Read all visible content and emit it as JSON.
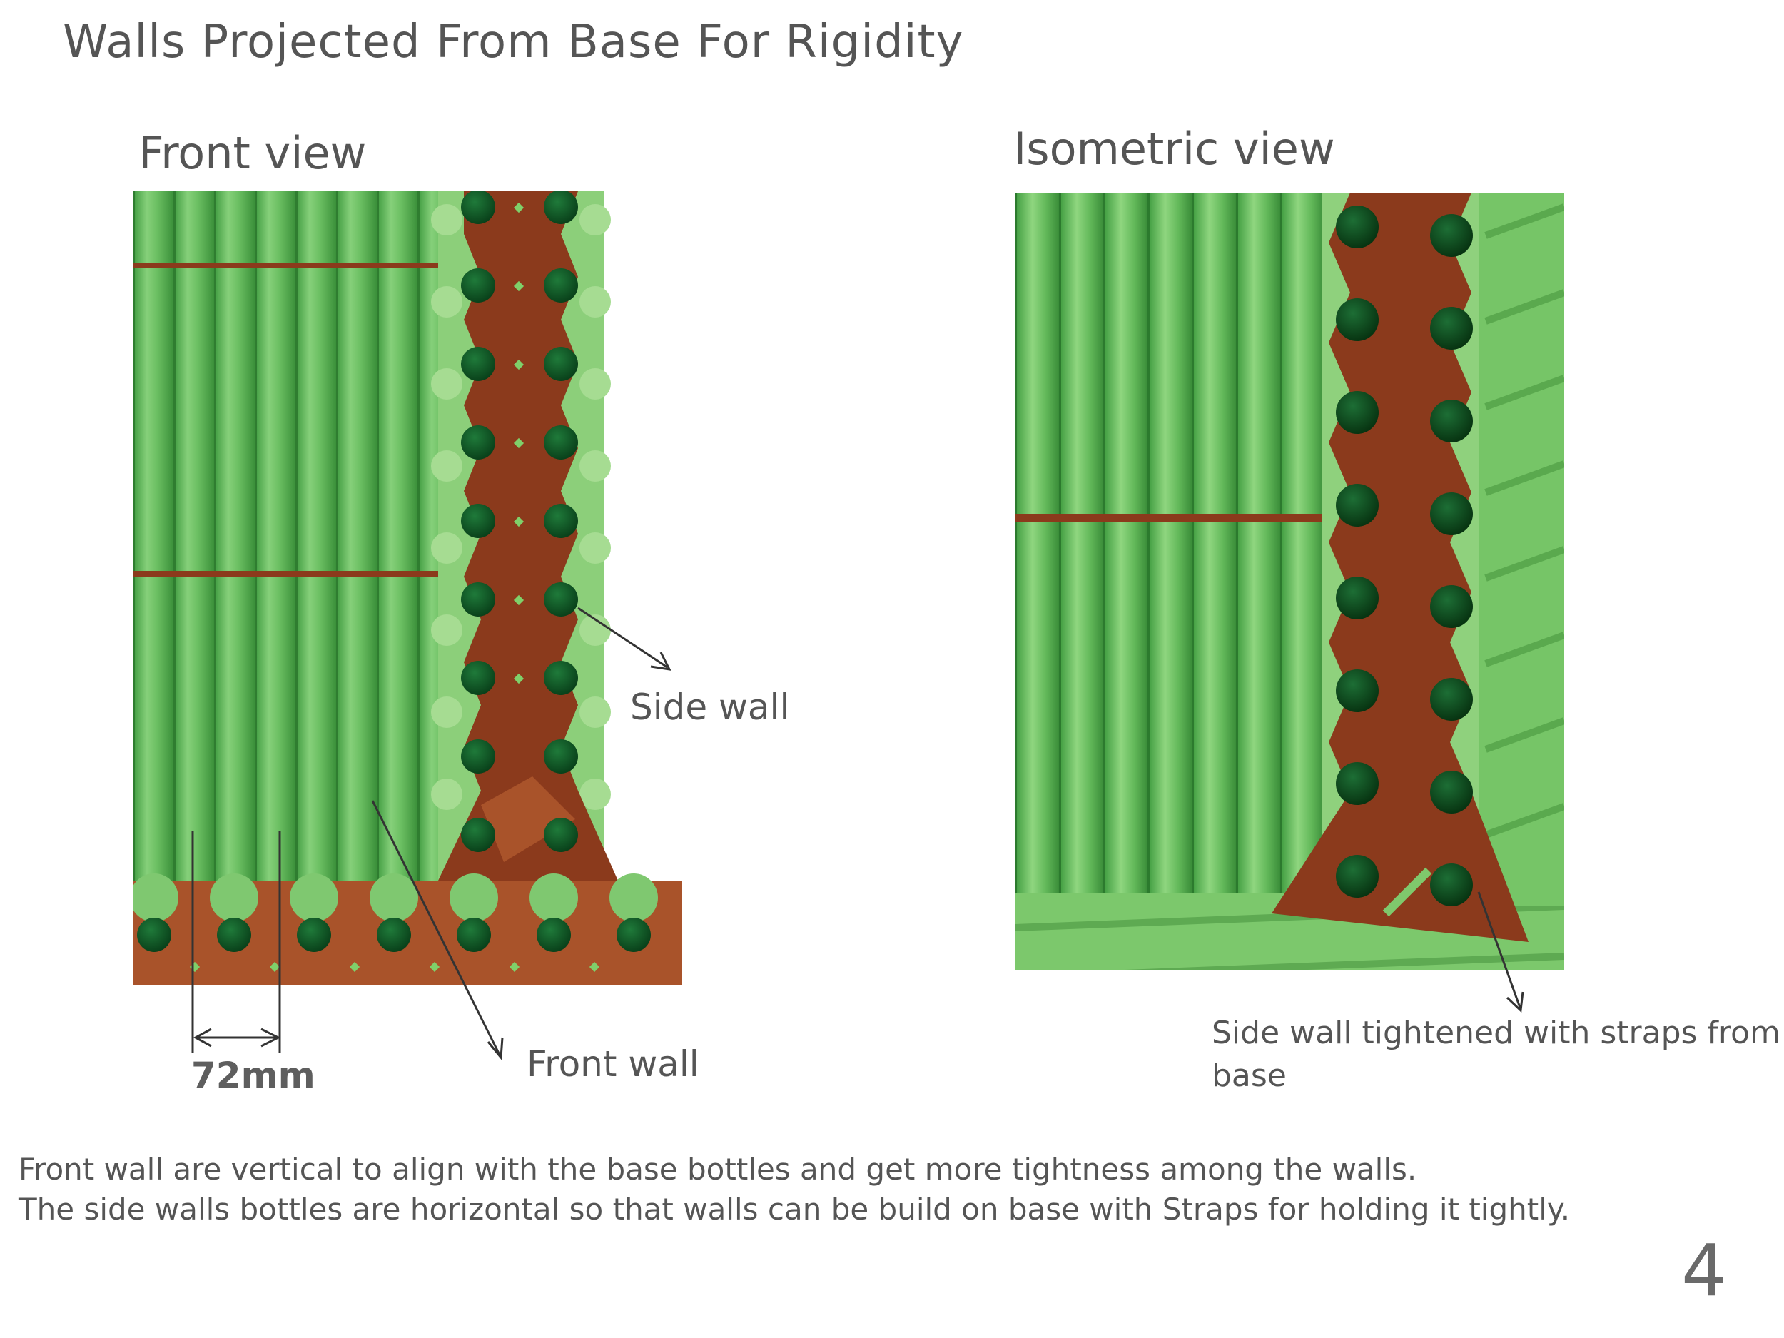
{
  "page": {
    "title": "Walls Projected From Base For Rigidity",
    "number": "4"
  },
  "front_view": {
    "title": "Front view",
    "side_wall_label": "Side wall",
    "front_wall_label": "Front wall",
    "dimension_label": "72mm"
  },
  "isometric_view": {
    "title": "Isometric view",
    "strap_label": "Side wall tightened with straps from base"
  },
  "description": {
    "line1": "Front wall are vertical to align with the base bottles and get more tightness among the walls.",
    "line2": "The side walls bottles are horizontal so that walls can be build on base with Straps for holding it tightly."
  },
  "colors": {
    "bottle_green": "#5fb85a",
    "light_green": "#8ccf7a",
    "dark_cap": "#0f5a26",
    "strap_brown": "#8b3a1c",
    "annotation": "#333333"
  }
}
